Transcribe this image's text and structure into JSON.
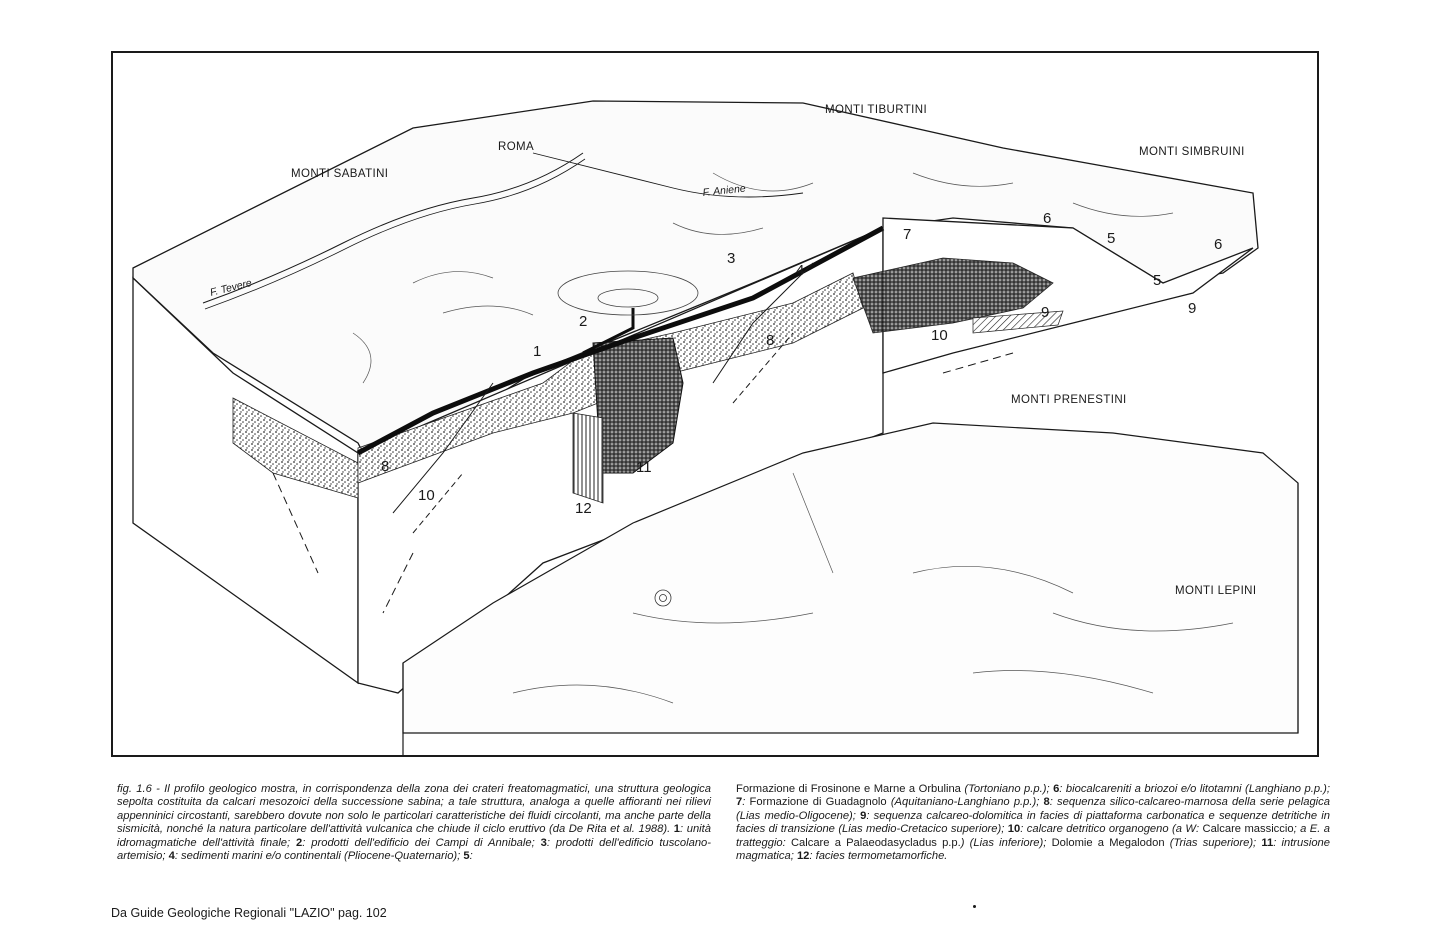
{
  "figure": {
    "labels": {
      "monti_sabatini": "MONTI SABATINI",
      "roma": "ROMA",
      "monti_tiburtini": "MONTI TIBURTINI",
      "monti_simbruini": "MONTI SIMBRUINI",
      "monti_prenestini": "MONTI PRENESTINI",
      "monti_lepini": "MONTI LEPINI",
      "f_tevere": "F. Tevere",
      "f_aniene": "F. Aniene"
    },
    "unit_numbers": {
      "n1": "1",
      "n2": "2",
      "n3": "3",
      "n4": "4",
      "n5a": "5",
      "n5b": "5",
      "n6a": "6",
      "n6b": "6",
      "n7": "7",
      "n8a": "8",
      "n8b": "8",
      "n9a": "9",
      "n9b": "9",
      "n10a": "10",
      "n10b": "10",
      "n11": "11",
      "n12": "12"
    }
  },
  "caption": {
    "left": {
      "intro": "fig. 1.6 - Il profilo geologico mostra, in corrispondenza della zona dei crateri freatomagmatici, una struttura geologica sepolta costituita da calcari mesozoici della successione sabina; a tale struttura, analoga a quelle affioranti nei rilievi appenninici circostanti, sarebbero dovute non solo le particolari caratteristiche dei fluidi circolanti, ma anche parte della sismicità, nonché la natura particolare dell'attività vulcanica che chiude il ciclo eruttivo (da De Rita et al. 1988). ",
      "n1": "1",
      "t1": ": unità idromagmatiche dell'attività finale; ",
      "n2": "2",
      "t2": ": prodotti dell'edificio dei Campi di Annibale; ",
      "n3": "3",
      "t3": ": prodotti dell'edificio tuscolano-artemisio; ",
      "n4": "4",
      "t4": ": sedimenti marini e/o continentali (Pliocene-Quaternario); ",
      "n5": "5",
      "t5": ":"
    },
    "right": {
      "t5_cont": "Formazione di Frosinone e Marne a Orbulina ",
      "t5_age": "(Tortoniano p.p.)",
      "sep5": "; ",
      "n6": "6",
      "t6": ": biocalcareniti a briozoi e/o litotamni (Langhiano p.p.); ",
      "n7": "7",
      "t7a": ": ",
      "t7b": "Formazione di Guadagnolo",
      "t7c": " (Aquitaniano-Langhiano p.p.); ",
      "n8": "8",
      "t8": ": sequenza silico-calcareo-marnosa della serie pelagica (Lias medio-Oligocene); ",
      "n9": "9",
      "t9": ": sequenza calcareo-dolomitica in facies di piattaforma carbonatica e sequenze detritiche in facies di transizione (Lias medio-Cretacico superiore); ",
      "n10": "10",
      "t10a": ": calcare detritico organogeno (a W: ",
      "t10b": "Calcare massiccio",
      "t10c": "; a E. a tratteggio: ",
      "t10d": "Calcare a Palaeodasycladus p.p.",
      "t10e": ") (Lias inferiore); ",
      "t10f": "Dolomie a Megalodon",
      "t10g": " (Trias superiore); ",
      "n11": "11",
      "t11": ": intrusione magmatica; ",
      "n12": "12",
      "t12": ": facies termometamorfiche."
    }
  },
  "source": "Da Guide Geologiche Regionali \"LAZIO\" pag. 102"
}
